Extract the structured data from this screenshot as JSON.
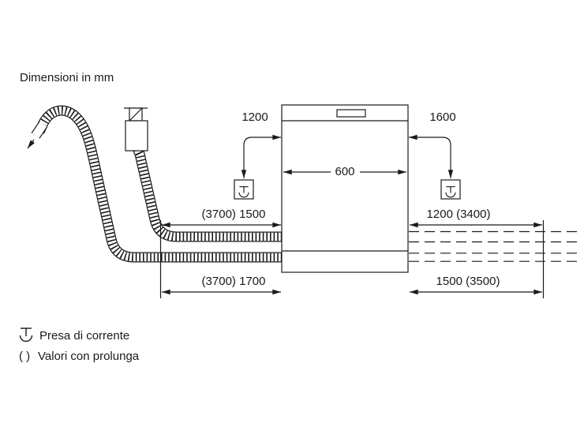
{
  "title": "Dimensioni in mm",
  "dimensions": {
    "socket_left": "1200",
    "socket_right": "1600",
    "appliance_width": "600",
    "hose_left_upper": "(3700) 1500",
    "hose_right_upper": "1200 (3400)",
    "hose_left_lower": "(3700) 1700",
    "hose_right_lower": "1500 (3500)"
  },
  "legend": {
    "socket": {
      "icon": "power-socket-icon",
      "label": "Presa di corrente"
    },
    "parentheses": {
      "prefix": "( )",
      "label": "Valori con prolunga"
    }
  },
  "colors": {
    "line": "#1a1a1a",
    "background": "#ffffff"
  }
}
